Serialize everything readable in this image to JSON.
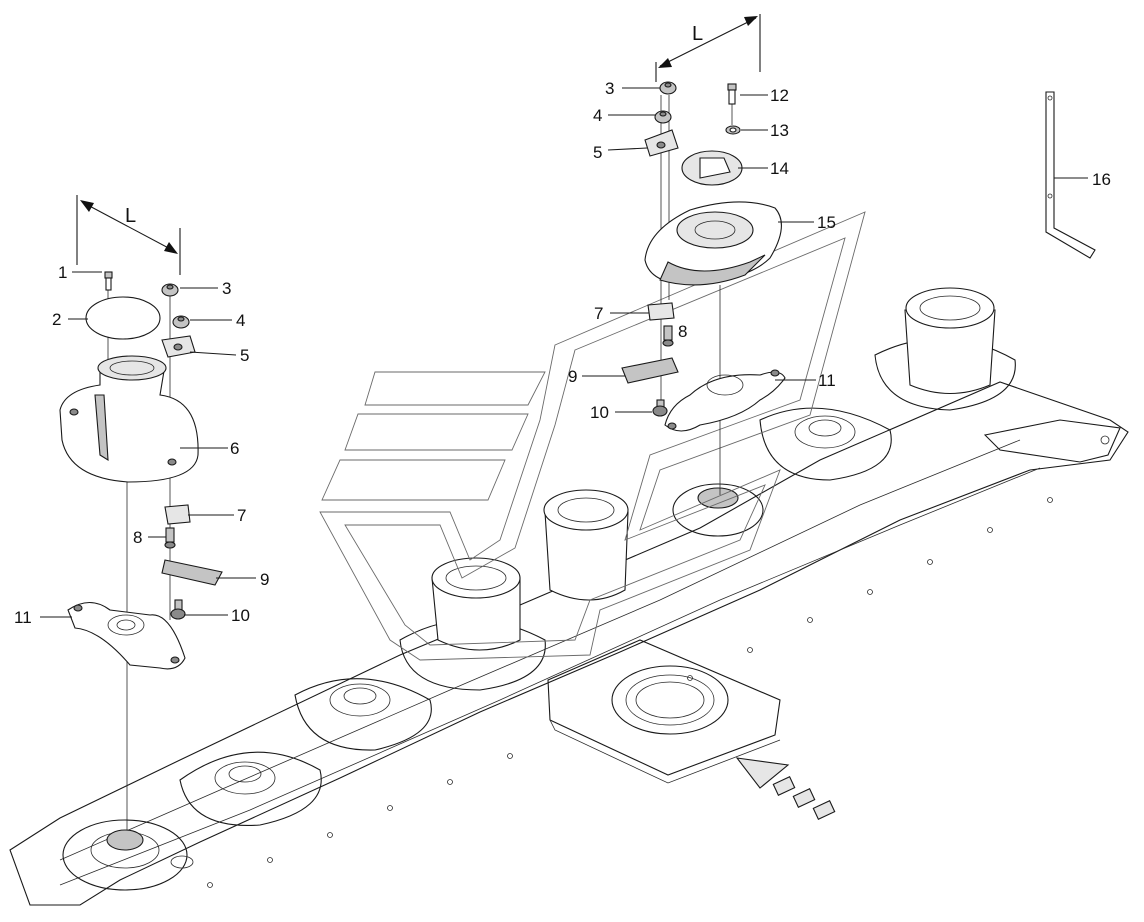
{
  "dimension_label": "L",
  "callouts_left": [
    {
      "id": "c-l-1",
      "text": "1"
    },
    {
      "id": "c-l-2",
      "text": "2"
    },
    {
      "id": "c-l-3",
      "text": "3"
    },
    {
      "id": "c-l-4",
      "text": "4"
    },
    {
      "id": "c-l-5",
      "text": "5"
    },
    {
      "id": "c-l-6",
      "text": "6"
    },
    {
      "id": "c-l-7",
      "text": "7"
    },
    {
      "id": "c-l-8",
      "text": "8"
    },
    {
      "id": "c-l-9",
      "text": "9"
    },
    {
      "id": "c-l-10",
      "text": "10"
    },
    {
      "id": "c-l-11",
      "text": "11"
    }
  ],
  "callouts_right": [
    {
      "id": "c-r-3",
      "text": "3"
    },
    {
      "id": "c-r-4",
      "text": "4"
    },
    {
      "id": "c-r-5",
      "text": "5"
    },
    {
      "id": "c-r-7",
      "text": "7"
    },
    {
      "id": "c-r-8",
      "text": "8"
    },
    {
      "id": "c-r-9",
      "text": "9"
    },
    {
      "id": "c-r-10",
      "text": "10"
    },
    {
      "id": "c-r-11",
      "text": "11"
    },
    {
      "id": "c-r-12",
      "text": "12"
    },
    {
      "id": "c-r-13",
      "text": "13"
    },
    {
      "id": "c-r-14",
      "text": "14"
    },
    {
      "id": "c-r-15",
      "text": "15"
    },
    {
      "id": "c-r-16",
      "text": "16"
    }
  ]
}
